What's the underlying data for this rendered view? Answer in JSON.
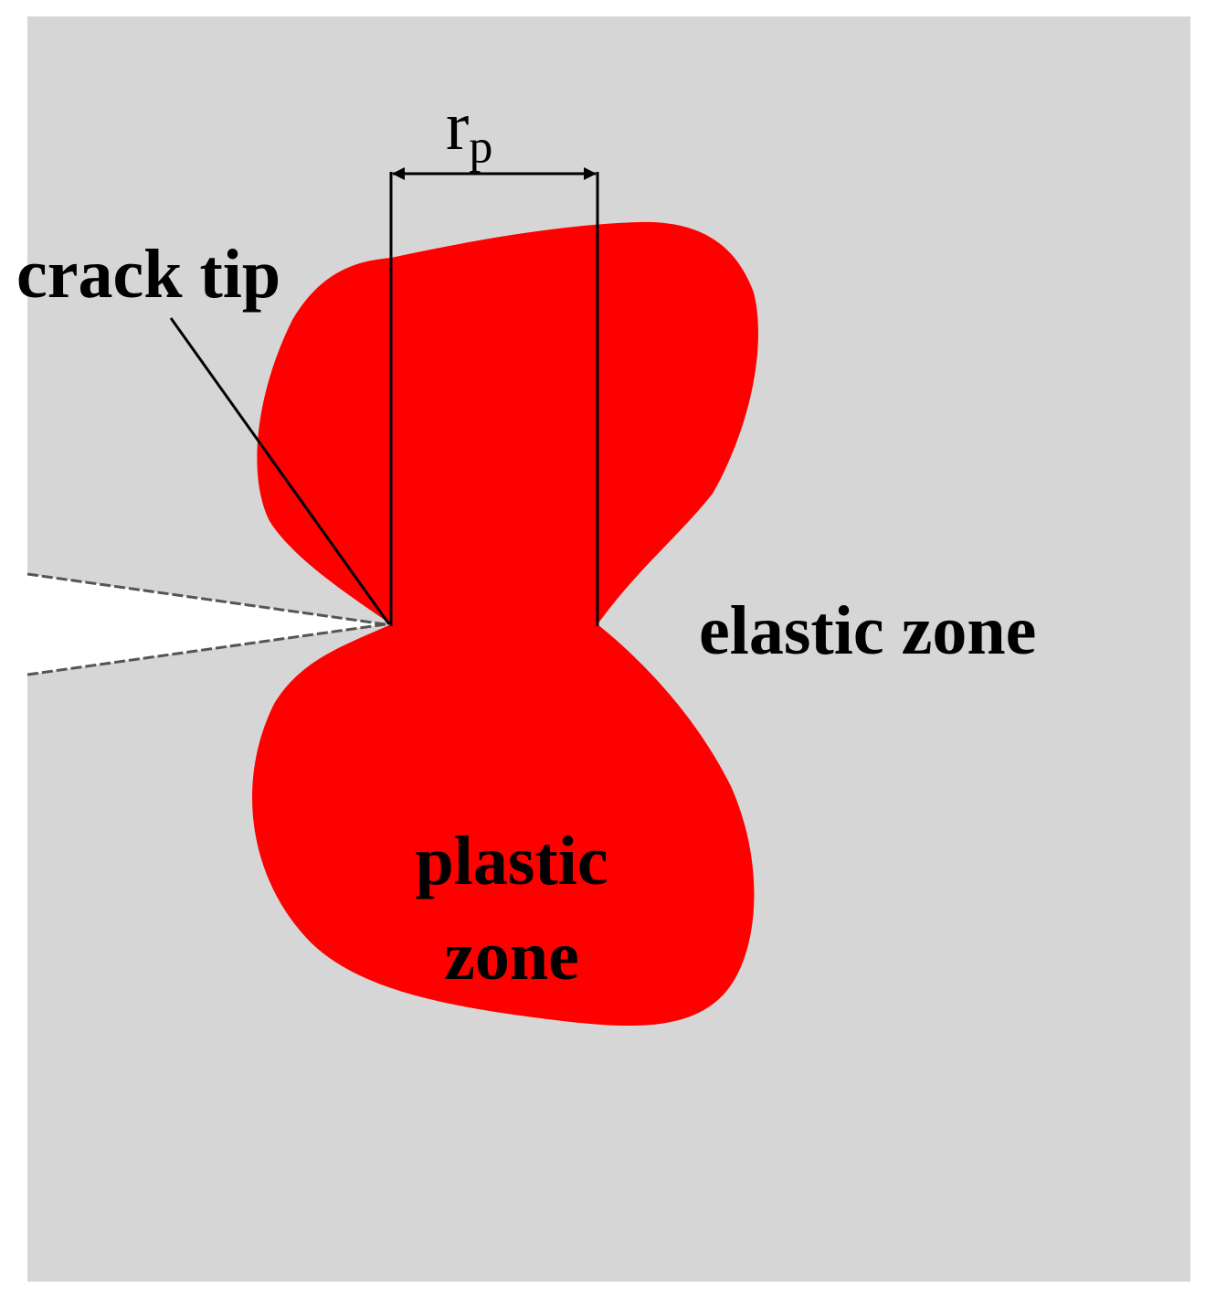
{
  "colors": {
    "background": "#d6d6d6",
    "plastic_zone": "#ff0000",
    "crack": "#ffffff",
    "lines": "#000000"
  },
  "labels": {
    "crack_tip": "crack tip",
    "elastic_zone": "elastic zone",
    "plastic_zone_line1": "plastic",
    "plastic_zone_line2": "zone",
    "rp_main": "r",
    "rp_sub": "p"
  }
}
